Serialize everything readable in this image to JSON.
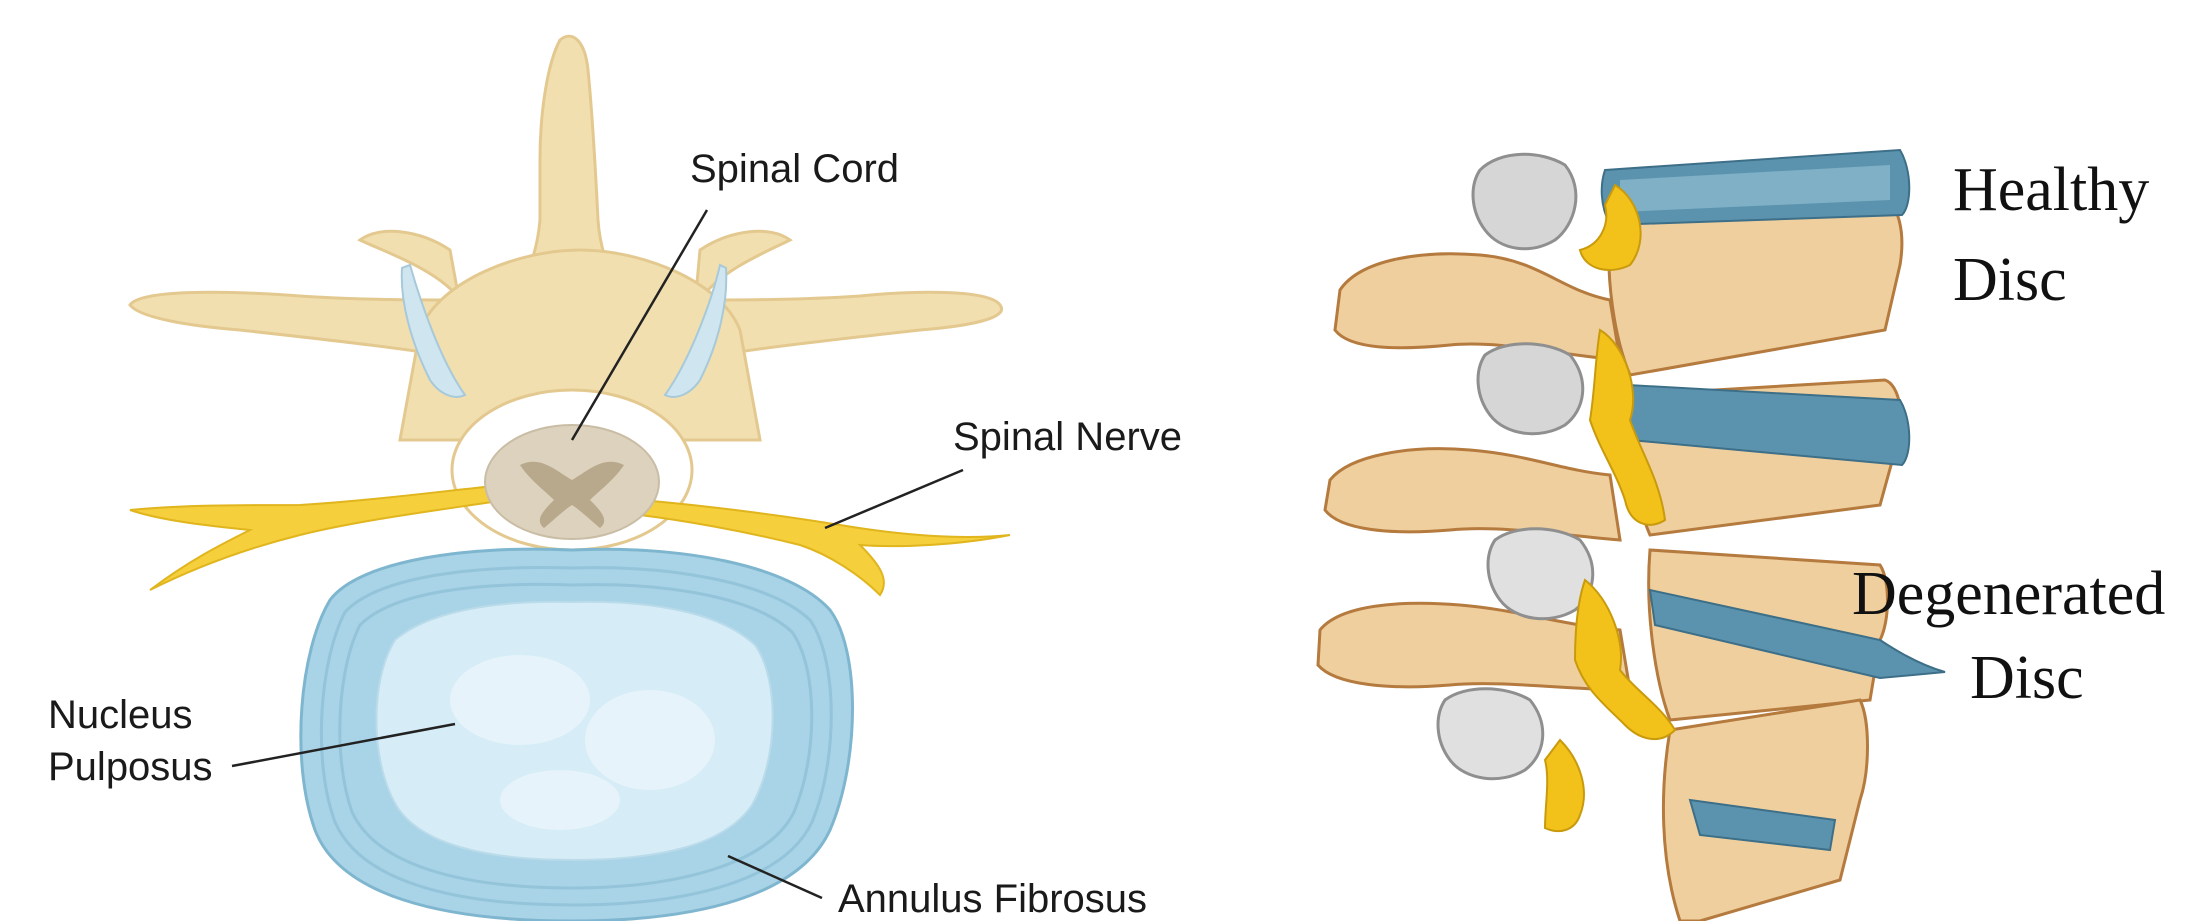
{
  "left_diagram": {
    "labels": {
      "spinal_cord": "Spinal Cord",
      "spinal_nerve": "Spinal Nerve",
      "nucleus_line1": "Nucleus",
      "nucleus_line2": "Pulposus",
      "annulus": "Annulus Fibrosus"
    },
    "colors": {
      "bone": "#f2dfb0",
      "bone_edge": "#e3c98f",
      "nerve": "#f5cf3c",
      "disc_outer": "#a9d3e6",
      "disc_inner": "#d6ecf6",
      "cord": "#d9ceb8"
    }
  },
  "right_diagram": {
    "labels": {
      "healthy_line1": "Healthy",
      "healthy_line2": "Disc",
      "degenerated_line1": "Degenerated",
      "degenerated_line2": "Disc"
    },
    "colors": {
      "bone": "#e9c48f",
      "bone_dark": "#b57a3e",
      "disc": "#5b93ae",
      "facet": "#d6d6d6",
      "nerve": "#f2c21b"
    }
  }
}
